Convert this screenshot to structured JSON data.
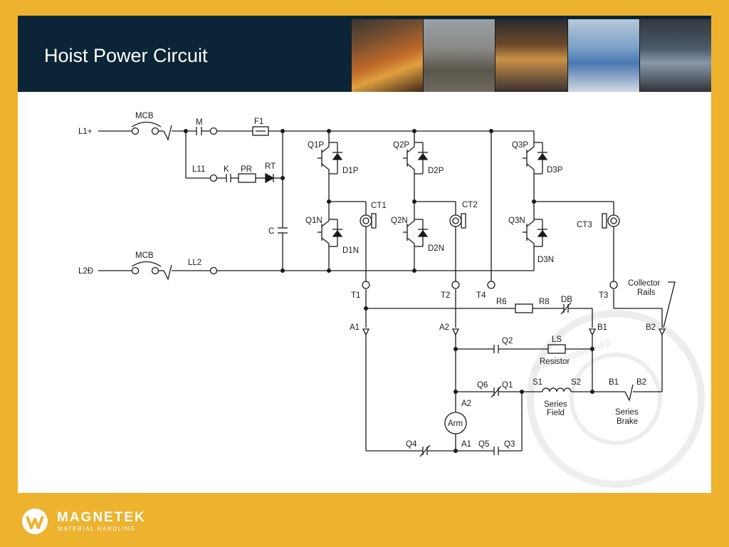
{
  "title": "Hoist Power Circuit",
  "brand": {
    "name": "MAGNETEK",
    "tagline": "MATERIAL HANDLING"
  },
  "watermark": {
    "text": "SERVY ENGINEERED"
  },
  "colors": {
    "frame": "#EDB22E",
    "header": "#0B2537",
    "line": "#1a1a1a"
  },
  "diagram": {
    "labels": {
      "mcb_top": "MCB",
      "l1": "L1+",
      "m": "M",
      "f1": "F1",
      "l11": "L11",
      "k": "K",
      "pr": "PR",
      "rt": "RT",
      "c": "C",
      "mcb_bottom": "MCB",
      "l2": "L2Ð",
      "ll2": "LL2",
      "q1p": "Q1P",
      "d1p": "D1P",
      "q1n": "Q1N",
      "d1n": "D1N",
      "ct1": "CT1",
      "q2p": "Q2P",
      "d2p": "D2P",
      "q2n": "Q2N",
      "d2n": "D2N",
      "ct2": "CT2",
      "q3p": "Q3P",
      "d3p": "D3P",
      "q3n": "Q3N",
      "d3n": "D3N",
      "ct3": "CT3",
      "t1": "T1",
      "t2": "T2",
      "t4": "T4",
      "t3": "T3",
      "collector": "Collector",
      "rails": "Rails",
      "r6": "R6",
      "r8": "R8",
      "db": "DB",
      "a1_top": "A1",
      "a2_top": "A2",
      "b1_top": "B1",
      "b2_top": "B2",
      "q2": "Q2",
      "ls": "LS",
      "resistor": "Resistor",
      "q6": "Q6",
      "q1": "Q1",
      "s1": "S1",
      "s2": "S2",
      "b1_brake": "B1",
      "b2_brake": "B2",
      "a2_arm": "A2",
      "series_f1": "Series",
      "series_f2": "Field",
      "series_b1": "Series",
      "series_b2": "Brake",
      "arm": "Arm",
      "q4": "Q4",
      "a1_arm": "A1",
      "q5": "Q5",
      "q3": "Q3"
    }
  }
}
